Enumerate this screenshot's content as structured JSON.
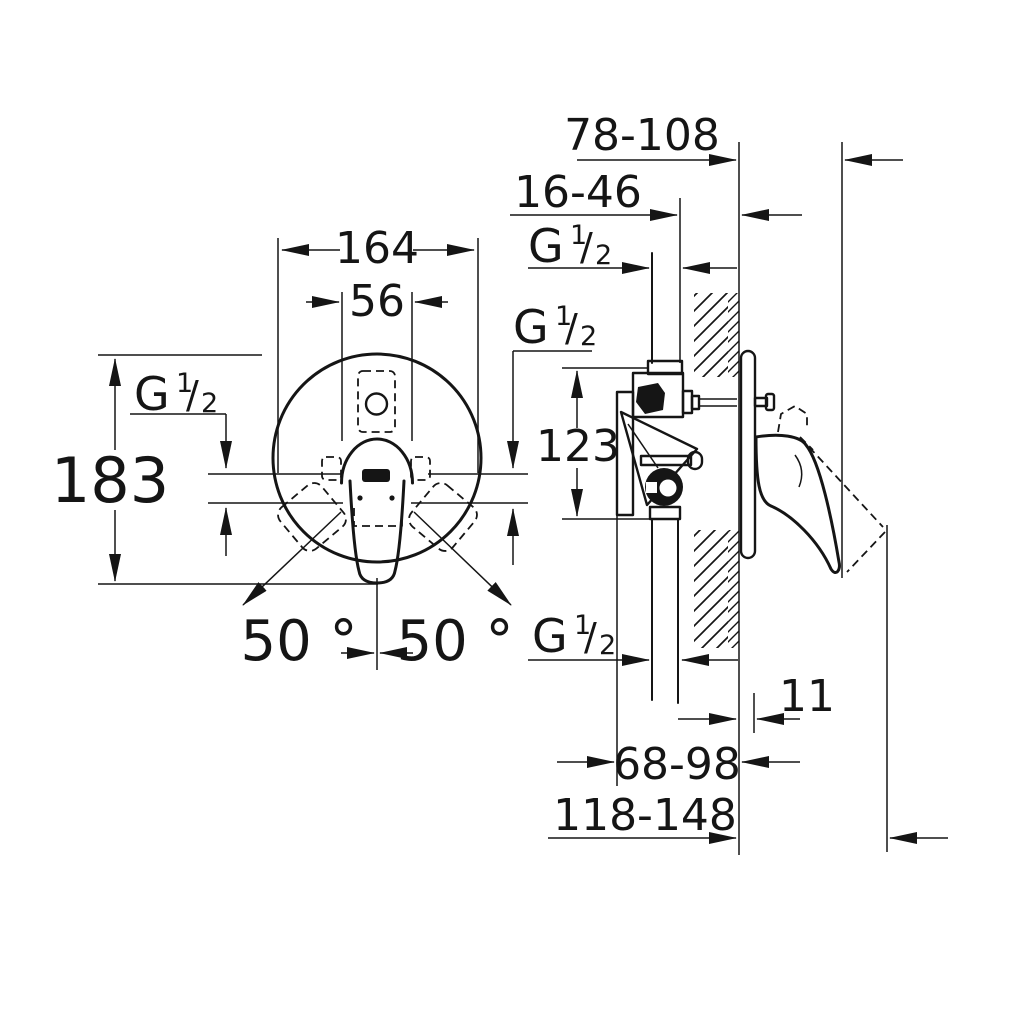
{
  "drawing": {
    "title": "concealed-single-lever-shower-mixer-dimension-drawing",
    "background": "#ffffff",
    "ink": "#151515",
    "dimensions": {
      "plate_diameter": "164",
      "handle_hub_width": "56",
      "overall_height": "183",
      "outlet_vertical_spacing": "123",
      "wall_to_handle_protrusion": "78-108",
      "housing_edge_to_wall": "16-46",
      "plate_to_wall_clearance": "11",
      "body_depth_to_wall": "68-98",
      "overall_depth_to_wall": "118-148",
      "swing_angle_left": "50 °",
      "swing_angle_right": "50 °"
    },
    "thread_label": {
      "g": "G",
      "numerator": "1",
      "slash": "/",
      "denominator": "2",
      "occurrences": 4
    }
  }
}
